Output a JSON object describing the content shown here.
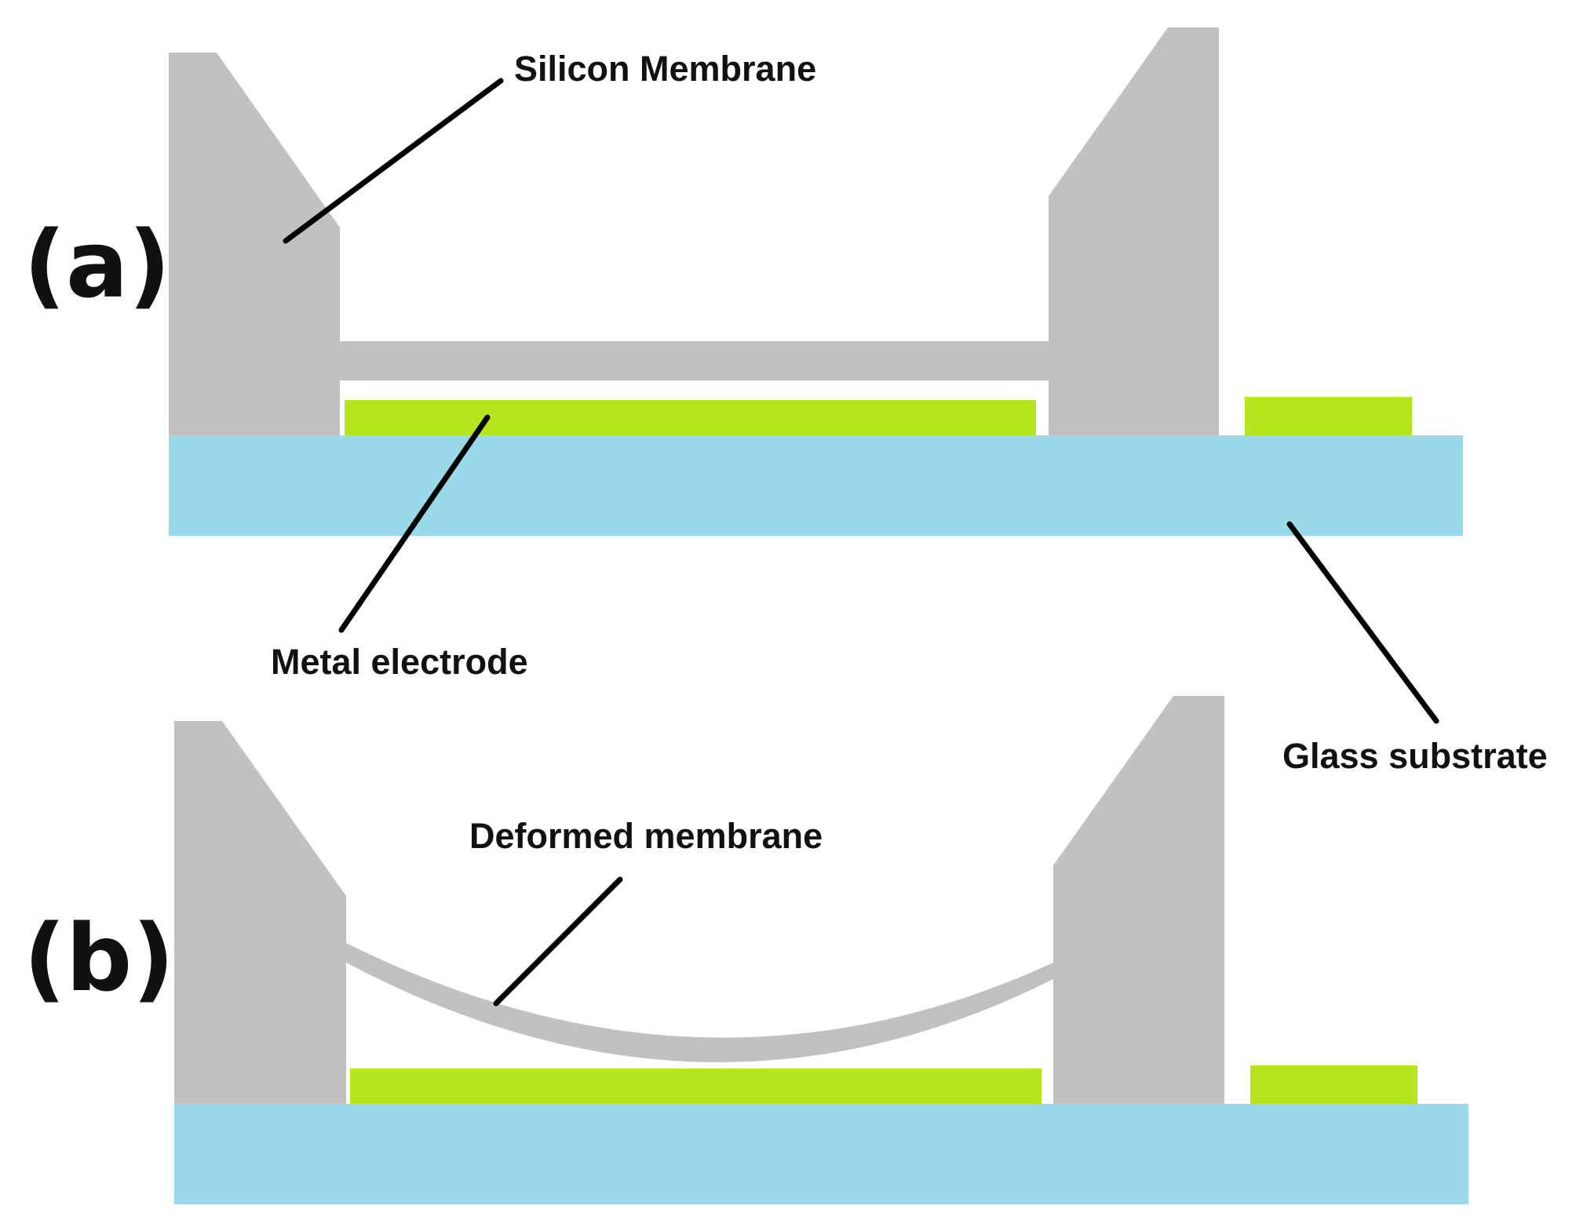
{
  "panels": {
    "a": {
      "label": "(a)"
    },
    "b": {
      "label": "(b)"
    }
  },
  "labels": {
    "silicon_membrane": "Silicon Membrane",
    "metal_electrode": "Metal electrode",
    "glass_substrate": "Glass substrate",
    "deformed_membrane": "Deformed membrane"
  },
  "colors": {
    "silicon": "#c1c1c1",
    "electrode": "#b5e61d",
    "glass": "#99d9ea",
    "leader_line": "#000000",
    "text": "#111111"
  }
}
